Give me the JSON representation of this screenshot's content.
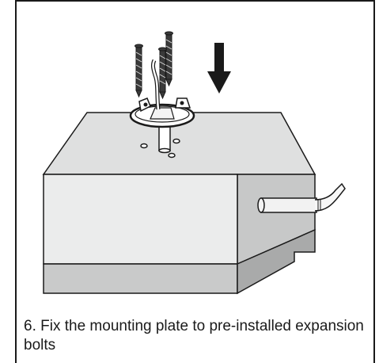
{
  "step": {
    "caption": "6. Fix the mounting plate to pre-installed expansion bolts"
  },
  "illustration": {
    "top_face_color": "#dfe0e0",
    "front_face_color": "#ebecec",
    "side_face_color": "#c7c8c8",
    "base_front_color": "#c9caca",
    "base_side_color": "#a9aaaa",
    "outline_color": "#1a1a1a",
    "arrow_color": "#1a1a1a",
    "icons": [
      "concrete-block",
      "mounting-plate",
      "expansion-bolt",
      "down-arrow",
      "cable"
    ]
  }
}
